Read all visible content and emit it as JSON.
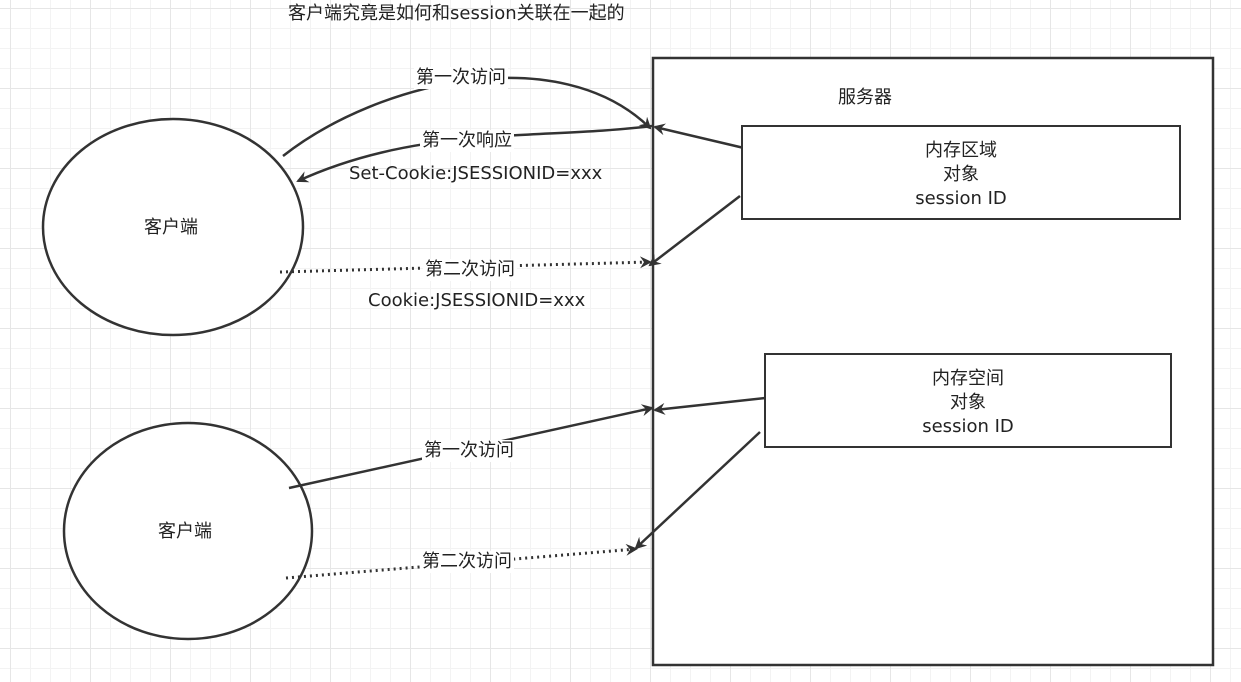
{
  "title": "客户端究竟是如何和session关联在一起的",
  "server": {
    "label": "服务器",
    "memory_1": {
      "line1": "内存区域",
      "line2": "对象",
      "line3": "session ID"
    },
    "memory_2": {
      "line1": "内存空间",
      "line2": "对象",
      "line3": "session ID"
    }
  },
  "client_1": {
    "label": "客户端"
  },
  "client_2": {
    "label": "客户端"
  },
  "arrows": {
    "c1_first_visit": "第一次访问",
    "c1_first_response": "第一次响应",
    "set_cookie": "Set-Cookie:JSESSIONID=xxx",
    "c1_second_visit": "第二次访问",
    "cookie": "Cookie:JSESSIONID=xxx",
    "c2_first_visit": "第一次访问",
    "c2_second_visit": "第二次访问"
  }
}
